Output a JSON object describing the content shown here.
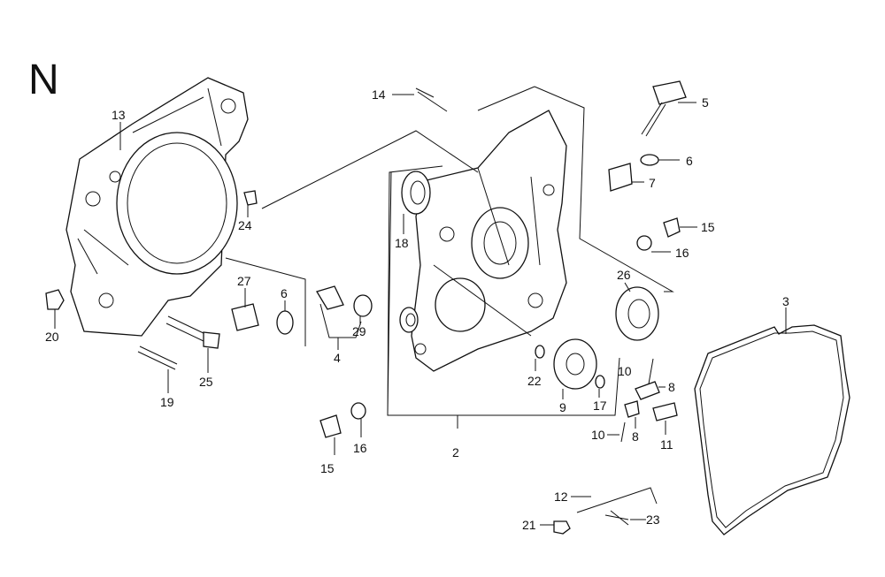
{
  "section_letter": "N",
  "callouts": {
    "p2": "2",
    "p3": "3",
    "p4": "4",
    "p5": "5",
    "p6a": "6",
    "p6b": "6",
    "p7": "7",
    "p8a": "8",
    "p8b": "8",
    "p9": "9",
    "p10a": "10",
    "p10b": "10",
    "p11": "11",
    "p12": "12",
    "p13": "13",
    "p14": "14",
    "p15a": "15",
    "p15b": "15",
    "p16a": "16",
    "p16b": "16",
    "p17": "17",
    "p18": "18",
    "p19": "19",
    "p20": "20",
    "p21": "21",
    "p22": "22",
    "p23": "23",
    "p24": "24",
    "p25": "25",
    "p26": "26",
    "p27": "27",
    "p29": "29"
  }
}
